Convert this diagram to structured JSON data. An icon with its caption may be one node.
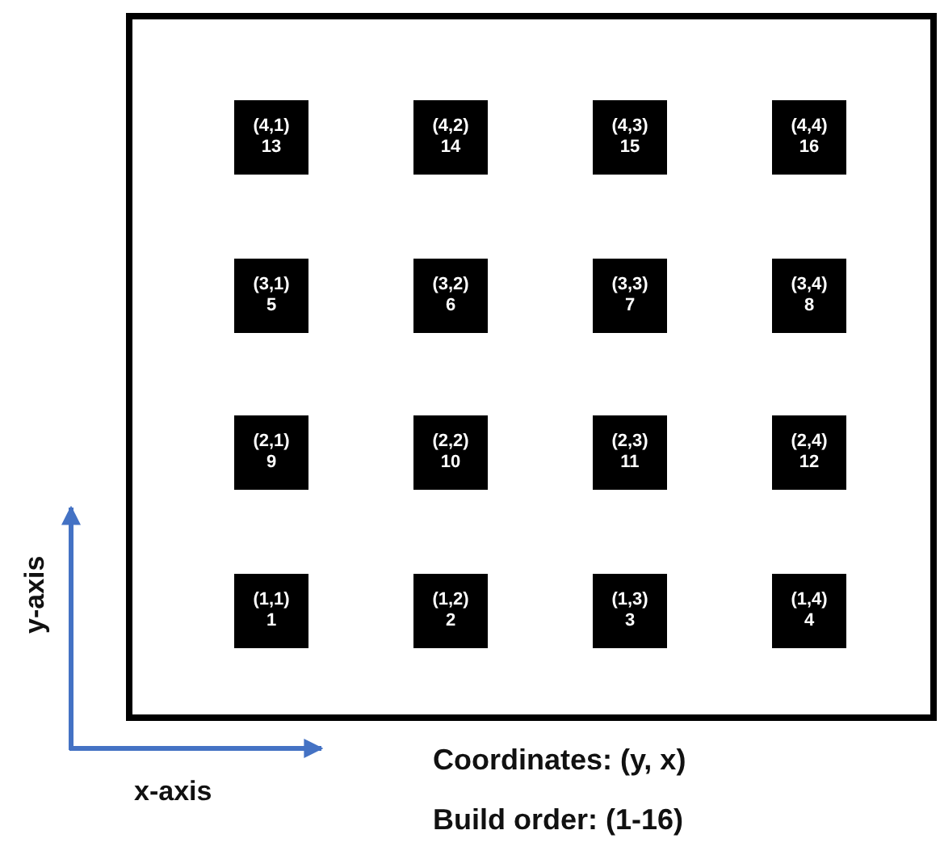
{
  "diagram": {
    "nodes": [
      {
        "text": [],
        "shape": "box"
      },
      {
        "text": [
          "(4,1)",
          "13"
        ],
        "in": 0
      },
      {
        "text": [
          "(4,2)",
          "14"
        ],
        "in": 0
      },
      {
        "text": [
          "(4,3)",
          "15"
        ],
        "in": 0
      },
      {
        "text": [
          "(4,4)",
          "16"
        ],
        "in": 0
      },
      {
        "text": [
          "(3,1)",
          "5"
        ],
        "in": 0
      },
      {
        "text": [
          "(3,2)",
          "6"
        ],
        "in": 0
      },
      {
        "text": [
          "(3,3)",
          "7"
        ],
        "in": 0
      },
      {
        "text": [
          "(3,4)",
          "8"
        ],
        "in": 0
      },
      {
        "text": [
          "(2,1)",
          "9"
        ],
        "in": 0
      },
      {
        "text": [
          "(2,2)",
          "10"
        ],
        "in": 0
      },
      {
        "text": [
          "(2,3)",
          "11"
        ],
        "in": 0
      },
      {
        "text": [
          "(2,4)",
          "12"
        ],
        "in": 0
      },
      {
        "text": [
          "(1,1)",
          "1"
        ],
        "in": 0
      },
      {
        "text": [
          "(1,2)",
          "2"
        ],
        "in": 0
      },
      {
        "text": [
          "(1,3)",
          "3"
        ],
        "in": 0
      },
      {
        "text": [
          "(1,4)",
          "4"
        ],
        "in": 0
      }
    ],
    "labels": [
      "y-axis",
      "x-axis",
      "Coordinates: (y, x)",
      "Build order: (1-16)"
    ]
  }
}
